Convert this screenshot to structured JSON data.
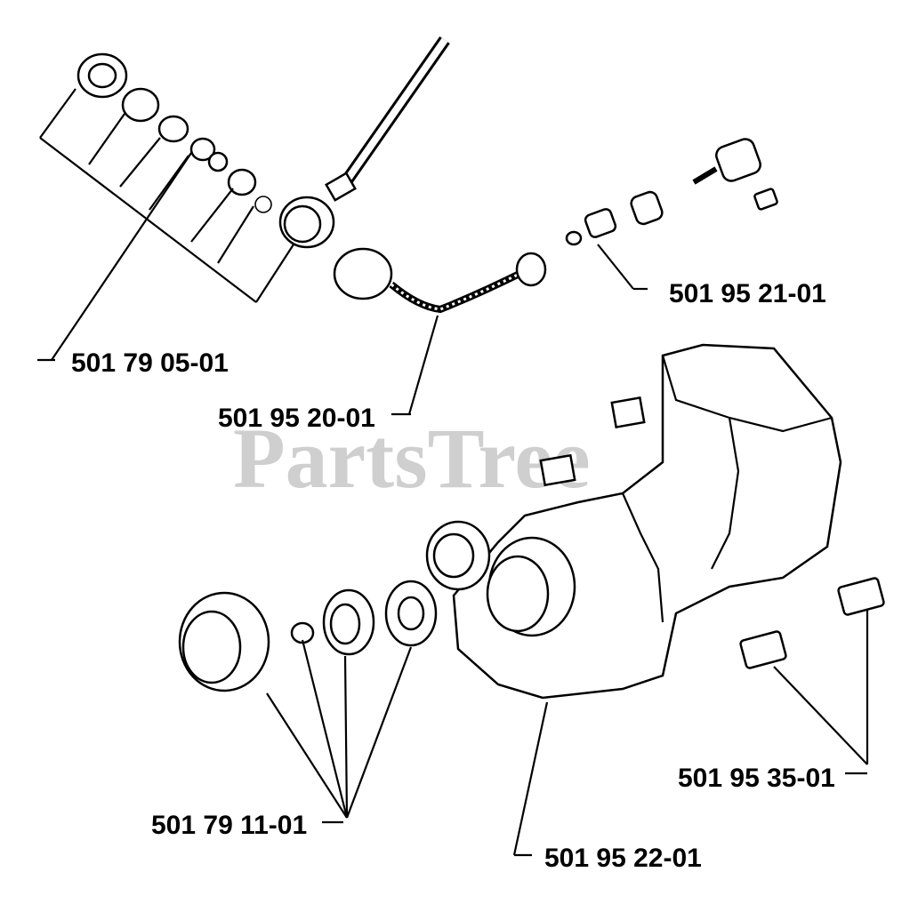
{
  "watermark": "PartsTree",
  "parts": [
    {
      "id": "p1",
      "number": "501 79 05-01"
    },
    {
      "id": "p2",
      "number": "501 95 20-01"
    },
    {
      "id": "p3",
      "number": "501 95 21-01"
    },
    {
      "id": "p4",
      "number": "501 79 11-01"
    },
    {
      "id": "p5",
      "number": "501 95 22-01"
    },
    {
      "id": "p6",
      "number": "501 95 35-01"
    }
  ]
}
